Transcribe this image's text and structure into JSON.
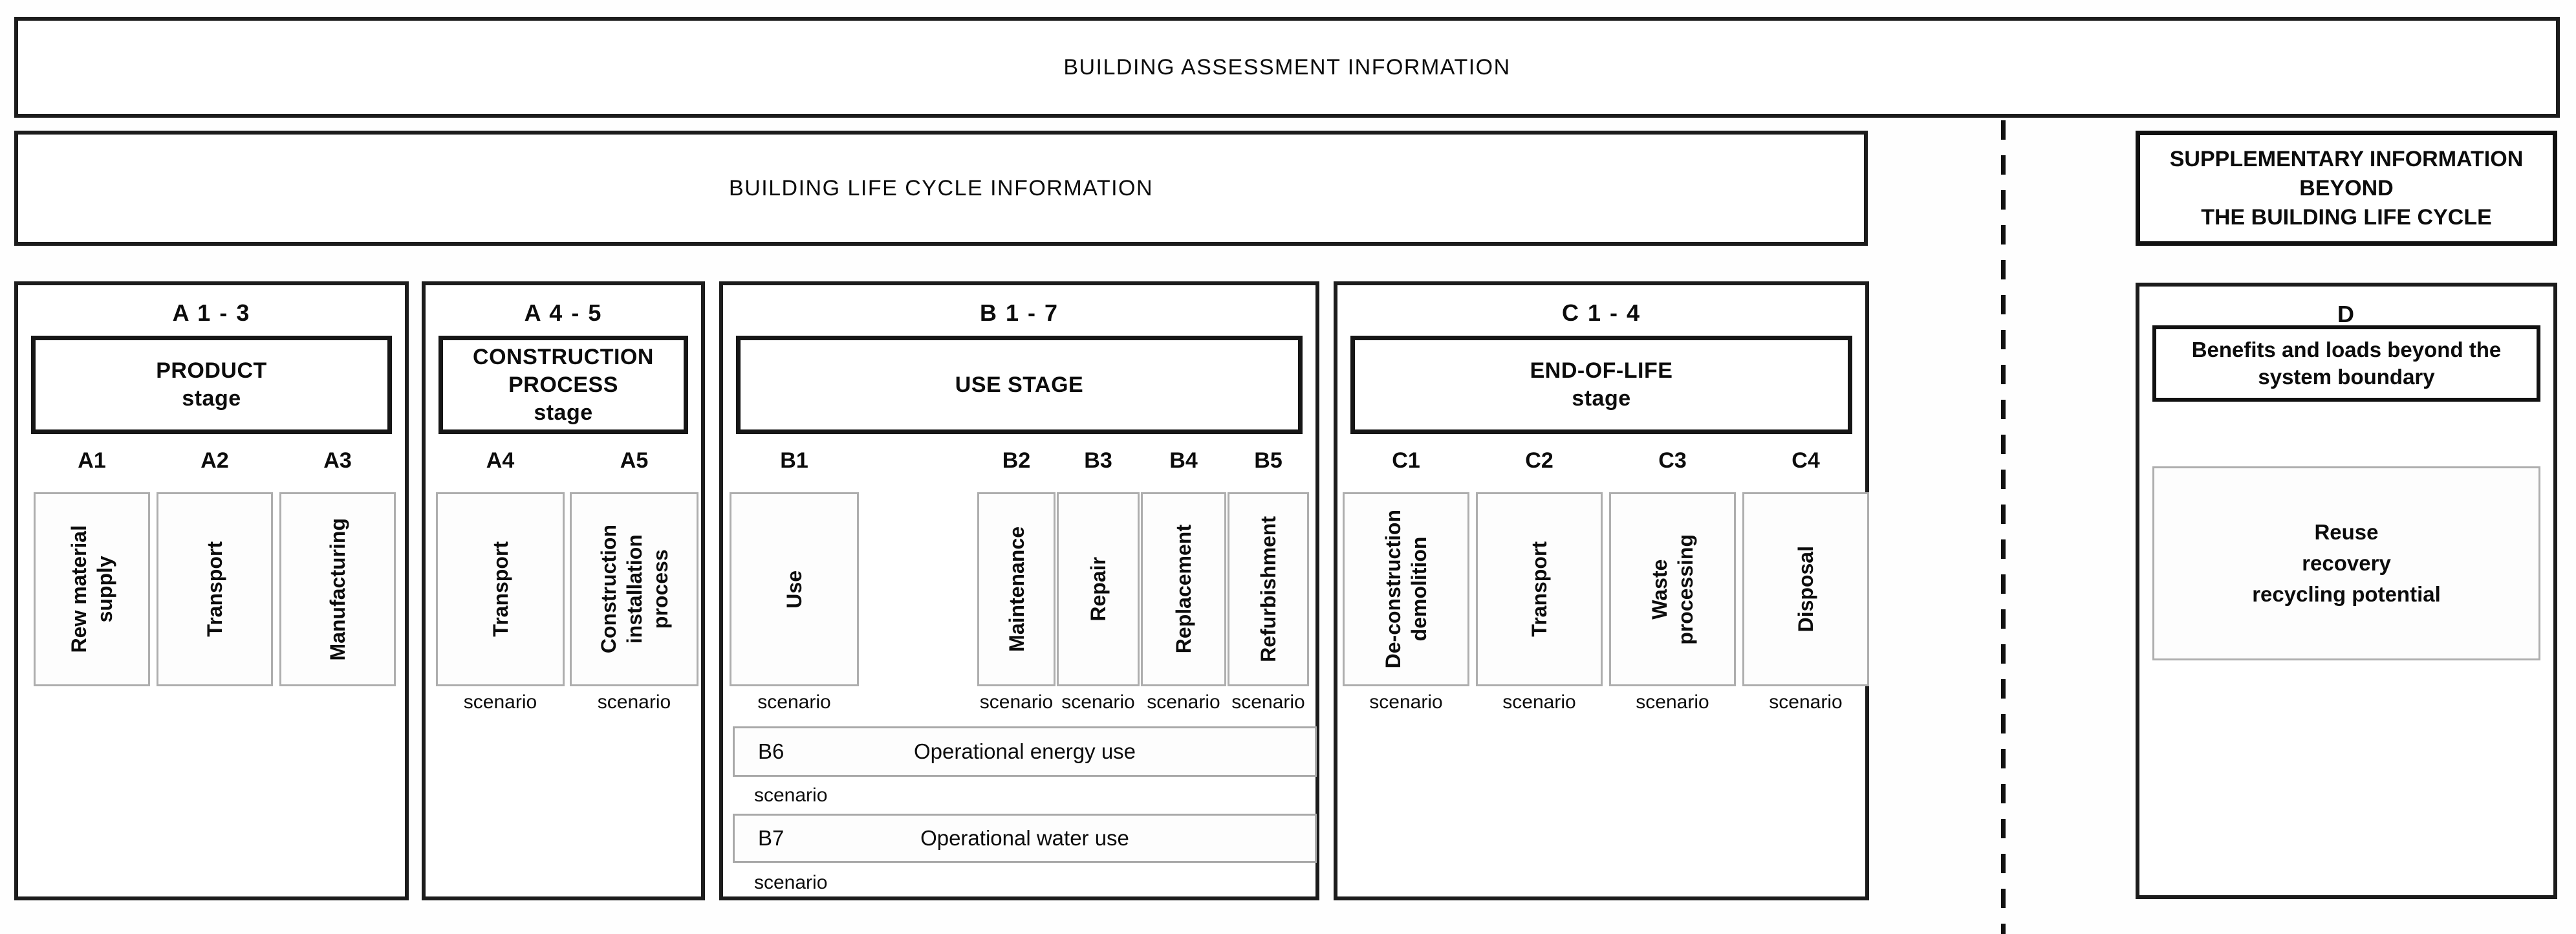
{
  "top_banner": {
    "title": "BUILDING ASSESSMENT INFORMATION"
  },
  "life_cycle_banner": {
    "title": "BUILDING LIFE CYCLE INFORMATION"
  },
  "supplementary_banner": {
    "lines": [
      "SUPPLEMENTARY INFORMATION",
      "BEYOND",
      "THE BUILDING LIFE CYCLE"
    ]
  },
  "sections": {
    "a13": {
      "code": "A 1 - 3",
      "stage_title_lines": [
        "PRODUCT",
        "stage"
      ],
      "modules": [
        {
          "code": "A1",
          "name_lines": [
            "Rew material",
            "supply"
          ]
        },
        {
          "code": "A2",
          "name_lines": [
            "Transport"
          ]
        },
        {
          "code": "A3",
          "name_lines": [
            "Manufacturing"
          ]
        }
      ]
    },
    "a45": {
      "code": "A 4 - 5",
      "stage_title_lines": [
        "CONSTRUCTION",
        "PROCESS",
        "stage"
      ],
      "modules": [
        {
          "code": "A4",
          "name_lines": [
            "Transport"
          ],
          "scenario": "scenario"
        },
        {
          "code": "A5",
          "name_lines": [
            "Construction",
            "installation",
            "process"
          ],
          "scenario": "scenario"
        }
      ]
    },
    "b17": {
      "code": "B 1 - 7",
      "stage_title_lines": [
        "USE STAGE"
      ],
      "modules": [
        {
          "code": "B1",
          "name_lines": [
            "Use"
          ],
          "scenario": "scenario"
        },
        {
          "code": "B2",
          "name_lines": [
            "Maintenance"
          ],
          "scenario": "scenario"
        },
        {
          "code": "B3",
          "name_lines": [
            "Repair"
          ],
          "scenario": "scenario"
        },
        {
          "code": "B4",
          "name_lines": [
            "Replacement"
          ],
          "scenario": "scenario"
        },
        {
          "code": "B5",
          "name_lines": [
            "Refurbishment"
          ],
          "scenario": "scenario"
        }
      ],
      "operational_rows": [
        {
          "code": "B6",
          "name": "Operational energy use",
          "scenario": "scenario"
        },
        {
          "code": "B7",
          "name": "Operational water use",
          "scenario": "scenario"
        }
      ]
    },
    "c14": {
      "code": "C 1 - 4",
      "stage_title_lines": [
        "END-OF-LIFE",
        "stage"
      ],
      "modules": [
        {
          "code": "C1",
          "name_lines": [
            "De-construction",
            "demolition"
          ],
          "scenario": "scenario"
        },
        {
          "code": "C2",
          "name_lines": [
            "Transport"
          ],
          "scenario": "scenario"
        },
        {
          "code": "C3",
          "name_lines": [
            "Waste",
            "processing"
          ],
          "scenario": "scenario"
        },
        {
          "code": "C4",
          "name_lines": [
            "Disposal"
          ],
          "scenario": "scenario"
        }
      ]
    },
    "d": {
      "code": "D",
      "stage_title_lines": [
        "Benefits and loads beyond the",
        "system boundary"
      ],
      "content_lines": [
        "Reuse",
        "recovery",
        "recycling potential"
      ]
    }
  },
  "colors": {
    "border": "#1c1c1c",
    "module_border": "#aeaeae",
    "background": "#ffffff",
    "text": "#0c0c0c"
  }
}
